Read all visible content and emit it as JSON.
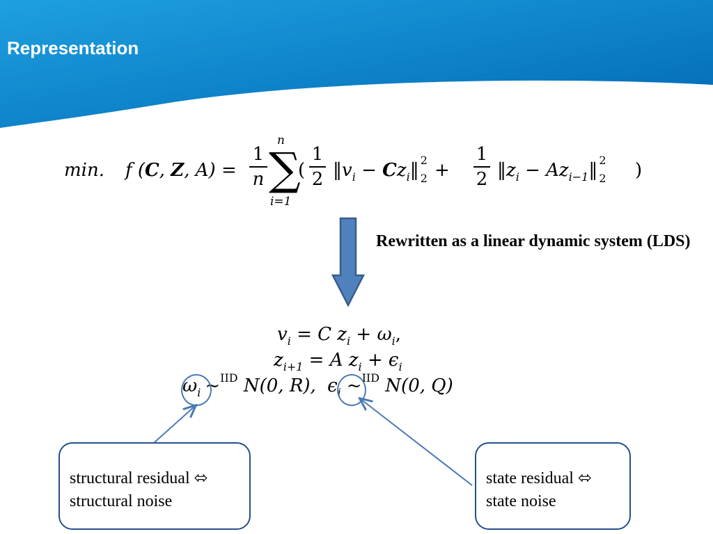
{
  "slide": {
    "title": "Representation"
  },
  "objective": {
    "min": "min.",
    "func": "f (",
    "args_c": "C",
    "args_sep1": ", ",
    "args_z": "Z",
    "args_rest": ", A) = ",
    "frac_n_num": "1",
    "frac_n_den": "n",
    "sum_symbol": "∑",
    "sum_upper": "n",
    "sum_lower": "i=1",
    "open_paren": "(",
    "half1_num": "1",
    "half1_den": "2",
    "term1_open": "‖",
    "term1_v": "v",
    "term1_vsub": "i",
    "term1_minus": " − ",
    "term1_c": "C",
    "term1_z": "z",
    "term1_zsub": "i",
    "term1_close": "‖",
    "term1_sup": "2",
    "term1_sub": "2",
    "plus": " + ",
    "half2_num": "1",
    "half2_den": "2",
    "term2_open": "‖",
    "term2_z": "z",
    "term2_zsub": "i",
    "term2_minus": " −  ",
    "term2_az": "Az",
    "term2_azsub": "i−1",
    "term2_close": "‖",
    "term2_sup": "2",
    "term2_sub": "2",
    "close_paren": ")"
  },
  "arrow": {
    "note": "Rewritten as a linear dynamic system (LDS)",
    "color": "#4f81bd",
    "border_color": "#385d8a"
  },
  "lds": {
    "eq1_v": "v",
    "eq1_vsub": "i",
    "eq1_mid": " = C z",
    "eq1_zsub": "i",
    "eq1_plus": " + ω",
    "eq1_wsub": "i",
    "eq1_end": ",",
    "eq2_z": "z",
    "eq2_zsub": "i+1",
    "eq2_mid": " = A z",
    "eq2_zsub2": "i",
    "eq2_plus": " + ϵ",
    "eq2_esub": "i",
    "eq3_omega": "ω",
    "eq3_wsub": "i",
    "eq3_tilde": "~",
    "eq3_iid": "IID",
    "eq3_n1": " N(0, R), ",
    "eq3_eps": "ϵ",
    "eq3_esub": "i",
    "eq3_tilde2": "~",
    "eq3_iid2": "IID",
    "eq3_n2": " N(0, Q)"
  },
  "callouts": {
    "structural_line1": "structural residual ⬄",
    "structural_line2": "structural noise",
    "state_line1": "state residual ⬄",
    "state_line2": "state noise",
    "border_color": "#244f8a",
    "pointer_color": "#4a7ab5"
  },
  "theme": {
    "header_dark": "#0068b4",
    "header_light": "#1ea0e0"
  }
}
